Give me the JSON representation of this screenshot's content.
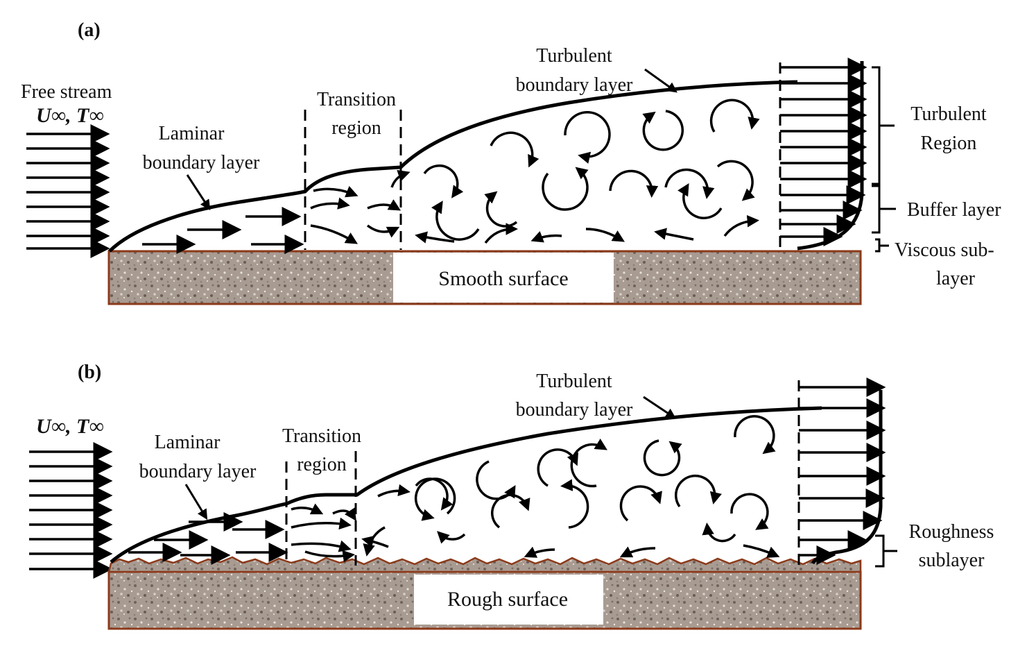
{
  "panel_a": {
    "label": "(a)",
    "free_stream": "Free stream",
    "symbols": "U∞, T∞",
    "laminar": [
      "Laminar",
      "boundary layer"
    ],
    "transition": [
      "Transition",
      "region"
    ],
    "turbulent": [
      "Turbulent",
      "boundary layer"
    ],
    "turbulent_region": [
      "Turbulent",
      "Region"
    ],
    "buffer": "Buffer layer",
    "viscous": [
      "Viscous sub-",
      "layer"
    ],
    "surface": "Smooth surface"
  },
  "panel_b": {
    "label": "(b)",
    "symbols": "U∞, T∞",
    "laminar": [
      "Laminar",
      "boundary layer"
    ],
    "transition": [
      "Transition",
      "region"
    ],
    "turbulent": [
      "Turbulent",
      "boundary layer"
    ],
    "roughness": [
      "Roughness",
      "sublayer"
    ],
    "surface": "Rough surface"
  },
  "colors": {
    "plate_border": "#8b3a1a",
    "plate_fill": "#a89b92",
    "ink": "#000000"
  }
}
